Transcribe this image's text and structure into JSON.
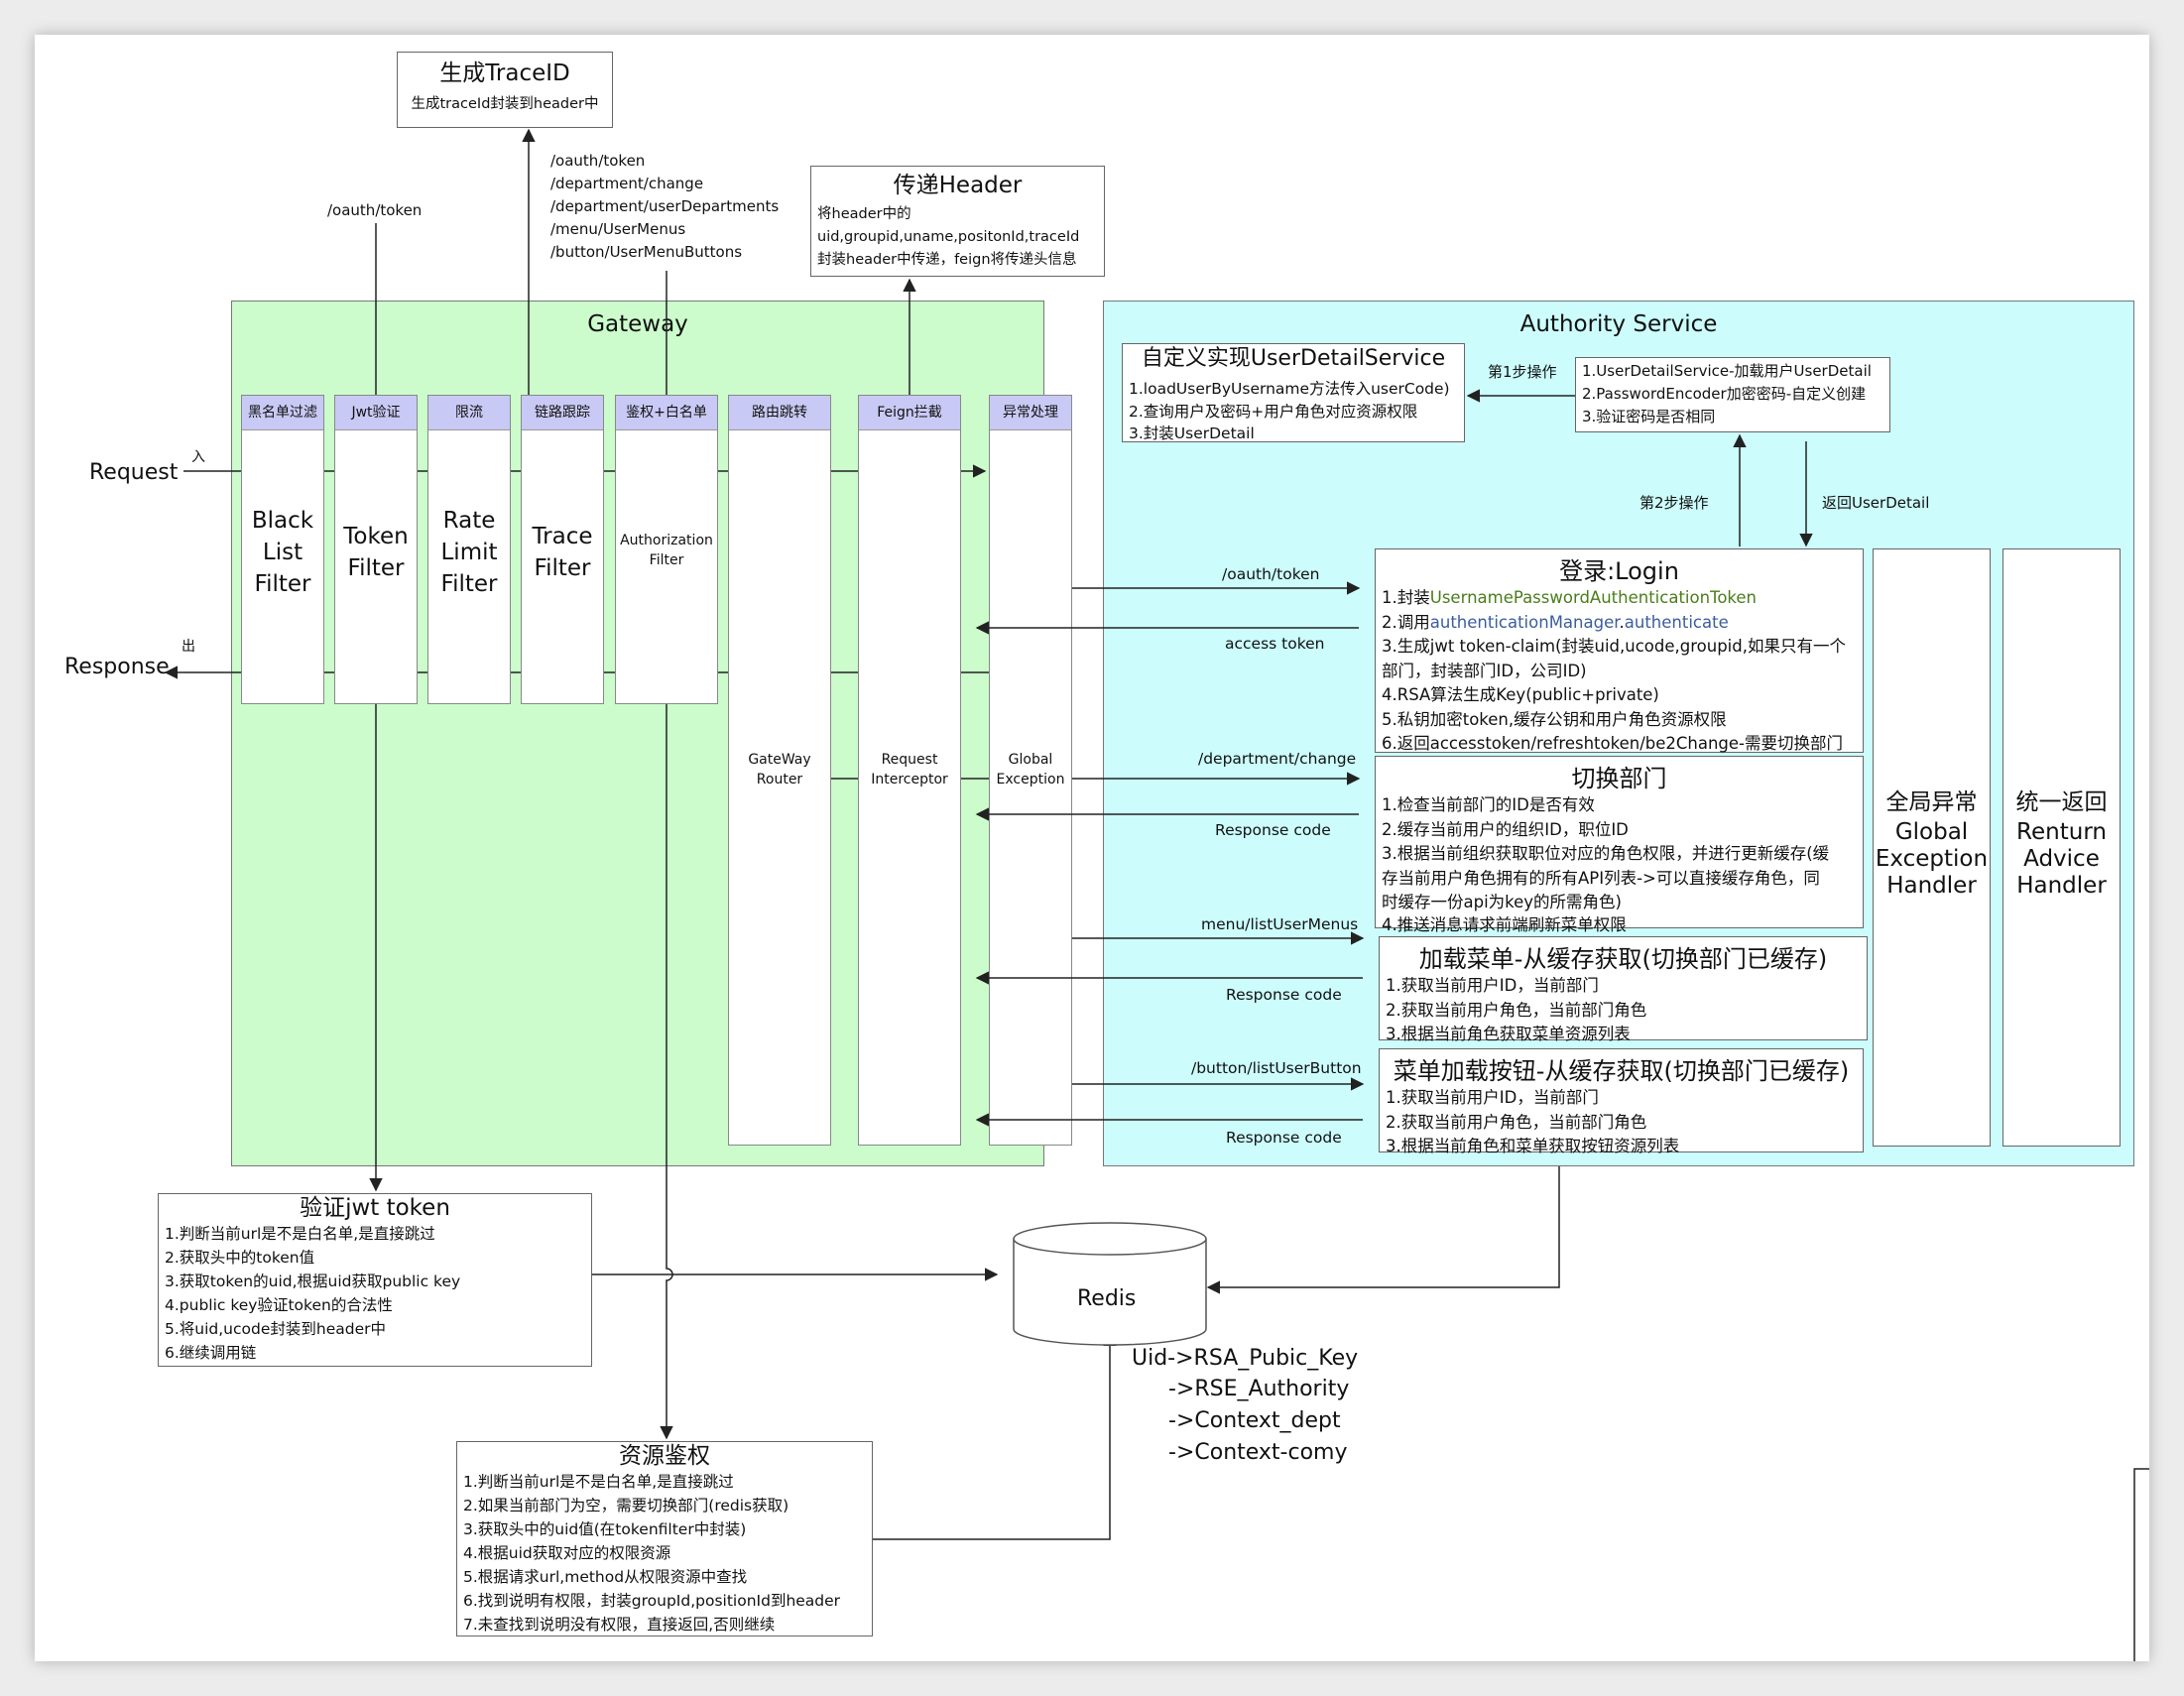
{
  "trace_box": {
    "title": "生成TraceID",
    "desc": "生成traceId封装到header中"
  },
  "header_box": {
    "title": "传递Header",
    "lines": [
      "将header中的",
      "uid,groupid,uname,positonId,traceId",
      "封装header中传递，feign将传递头信息"
    ]
  },
  "gateway_routes": {
    "oauth_label": "/oauth/token",
    "paths": [
      "/oauth/token",
      "/department/change",
      "/department/userDepartments",
      "/menu/UserMenus",
      "/button/UserMenuButtons"
    ]
  },
  "gateway": {
    "title": "Gateway",
    "filters": [
      {
        "header": "黑名单过滤",
        "name": "Black\nList\nFilter"
      },
      {
        "header": "Jwt验证",
        "name": "Token\nFilter"
      },
      {
        "header": "限流",
        "name": "Rate\nLimit\nFilter"
      },
      {
        "header": "链路跟踪",
        "name": "Trace\nFilter"
      },
      {
        "header": "鉴权+白名单",
        "name": "Authorization\nFilter"
      },
      {
        "header": "路由跳转",
        "name": "GateWay\nRouter"
      },
      {
        "header": "Feign拦截",
        "name": "Request\nInterceptor"
      },
      {
        "header": "异常处理",
        "name": "Global\nException"
      }
    ]
  },
  "request": {
    "label": "Request",
    "mark": "入"
  },
  "response": {
    "label": "Response",
    "mark": "出"
  },
  "authority": {
    "title": "Authority Service",
    "user_detail_service": {
      "title": "自定义实现UserDetailService",
      "lines": [
        "1.loadUserByUsername方法传入userCode)",
        "2.查询用户及密码+用户角色对应资源权限",
        "3.封装UserDetail"
      ]
    },
    "step1_label": "第1步操作",
    "step2_label": "第2步操作",
    "return_label": "返回UserDetail",
    "auth_steps": [
      "1.UserDetailService-加载用户UserDetail",
      "2.PasswordEncoder加密密码-自定义创建",
      "3.验证密码是否相同"
    ],
    "login": {
      "title": "登录:Login",
      "line1_prefix": "1.封装",
      "line1_class": "UsernamePasswordAuthenticationToken",
      "line2_prefix": "2.调用",
      "line2_obj": "authenticationManager",
      "line2_dot": ".",
      "line2_method": "authenticate",
      "lines": [
        "3.生成jwt token-claim(封装uid,ucode,groupid,如果只有一个",
        "部门，封装部门ID，公司ID)",
        "4.RSA算法生成Key(public+private)",
        "5.私钥加密token,缓存公钥和用户角色资源权限",
        "6.返回accesstoken/refreshtoken/be2Change-需要切换部门"
      ]
    },
    "switch_dept": {
      "title": "切换部门",
      "lines": [
        "1.检查当前部门的ID是否有效",
        "2.缓存当前用户的组织ID，职位ID",
        "3.根据当前组织获取职位对应的角色权限，并进行更新缓存(缓",
        "存当前用户角色拥有的所有API列表->可以直接缓存角色，同",
        "时缓存一份api为key的所需角色)",
        "4.推送消息请求前端刷新菜单权限"
      ]
    },
    "load_menu": {
      "title": "加载菜单-从缓存获取(切换部门已缓存)",
      "lines": [
        "1.获取当前用户ID，当前部门",
        "2.获取当前用户角色，当前部门角色",
        "3.根据当前角色获取菜单资源列表"
      ]
    },
    "load_buttons": {
      "title": "菜单加载按钮-从缓存获取(切换部门已缓存)",
      "lines": [
        "1.获取当前用户ID，当前部门",
        "2.获取当前用户角色，当前部门角色",
        "3.根据当前角色和菜单获取按钮资源列表"
      ]
    },
    "global_handler": {
      "cn": "全局异常",
      "en": "Global\nException\nHandler"
    },
    "return_handler": {
      "cn": "统一返回",
      "en": "Renturn\nAdvice\nHandler"
    }
  },
  "flow_labels": {
    "oauth_token": "/oauth/token",
    "access_token": "access token",
    "dept_change": "/department/change",
    "resp_code_1": "Response code",
    "menu_list": "menu/listUserMenus",
    "resp_code_2": "Response code",
    "button_list": "/button/listUserButton",
    "resp_code_3": "Response code"
  },
  "verify_jwt": {
    "title": "验证jwt token",
    "lines": [
      "1.判断当前url是不是白名单,是直接跳过",
      "2.获取头中的token值",
      "3.获取token的uid,根据uid获取public key",
      "4.public key验证token的合法性",
      "5.将uid,ucode封装到header中",
      "6.继续调用链"
    ]
  },
  "redis": {
    "label": "Redis"
  },
  "redis_keys": [
    "Uid->RSA_Pubic_Key",
    "->RSE_Authority",
    "->Context_dept",
    "->Context-comy"
  ],
  "resource_auth": {
    "title": "资源鉴权",
    "lines": [
      "1.判断当前url是不是白名单,是直接跳过",
      "2.如果当前部门为空，需要切换部门(redis获取)",
      "3.获取头中的uid值(在tokenfilter中封装)",
      "4.根据uid获取对应的权限资源",
      "5.根据请求url,method从权限资源中查找",
      "6.找到说明有权限，封装groupId,positionId到header",
      "7.未查找到说明没有权限，直接返回,否则继续"
    ]
  },
  "colors": {
    "gateway_bg": "#ccfccc",
    "authority_bg": "#ccfcfc",
    "filter_header": "#c9c9f5",
    "login_green": "#4b7d1a",
    "login_blue": "#3b5d9c"
  }
}
